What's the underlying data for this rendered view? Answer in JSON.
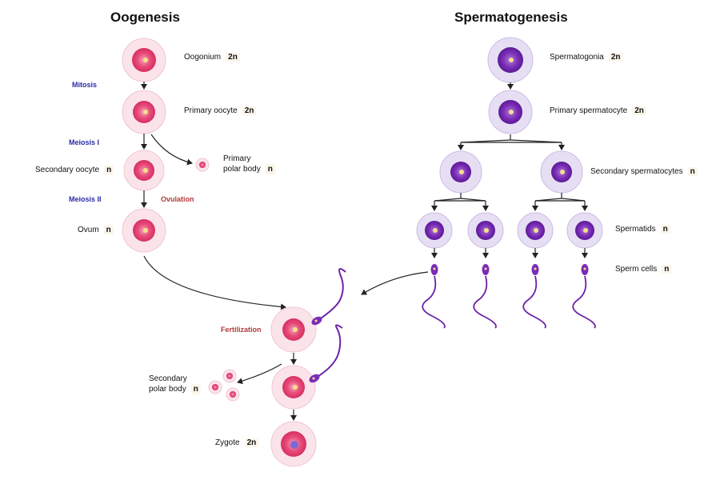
{
  "titles": {
    "left": "Oogenesis",
    "right": "Spermatogenesis"
  },
  "phases": {
    "mitosis": "Mitosis",
    "meiosis1": "Meiosis I",
    "meiosis2": "Meiosis II",
    "ovulation": "Ovulation",
    "fertilization": "Fertilization"
  },
  "labels": {
    "oogonium": "Oogonium",
    "oogonium_p": "2n",
    "primary_oocyte": "Primary oocyte",
    "primary_oocyte_p": "2n",
    "primary_polar_1": "Primary",
    "primary_polar_2": "polar body",
    "primary_polar_p": "n",
    "secondary_oocyte": "Secondary oocyte",
    "secondary_oocyte_p": "n",
    "ovum": "Ovum",
    "ovum_p": "n",
    "secondary_polar_1": "Secondary",
    "secondary_polar_2": "polar body",
    "secondary_polar_p": "n",
    "zygote": "Zygote",
    "zygote_p": "2n",
    "spermatogonia": "Spermatogonia",
    "spermatogonia_p": "2n",
    "primary_spermatocyte": "Primary spermatocyte",
    "primary_spermatocyte_p": "2n",
    "secondary_spermatocytes": "Secondary spermatocytes",
    "secondary_spermatocytes_p": "n",
    "spermatids": "Spermatids",
    "spermatids_p": "n",
    "sperm_cells": "Sperm cells",
    "sperm_cells_p": "n"
  },
  "colors": {
    "egg_outer": "#fbe3ea",
    "egg_mid": "#f27a9c",
    "egg_core": "#e63c6e",
    "sperm_outer": "#e6dff3",
    "sperm_core": "#6a22a8",
    "nucleus": "#f4e08a"
  }
}
